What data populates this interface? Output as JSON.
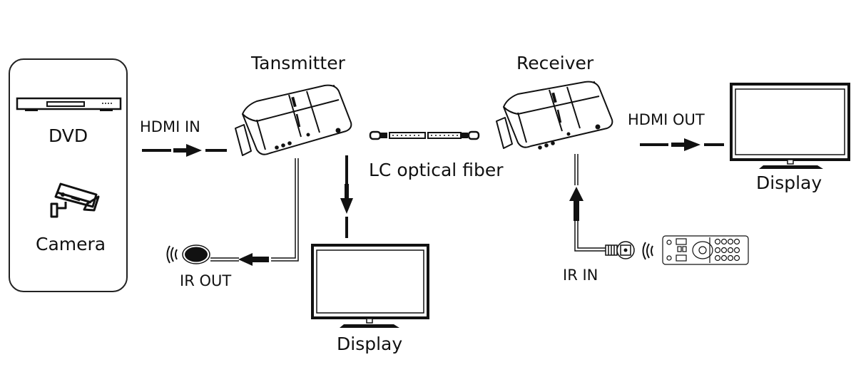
{
  "sources": {
    "dvd_label": "DVD",
    "camera_label": "Camera"
  },
  "transmitter": {
    "title": "Tansmitter",
    "hdmi_in_label": "HDMI IN",
    "ir_out_label": "IR OUT",
    "local_display_label": "Display"
  },
  "link": {
    "fiber_label": "LC optical fiber"
  },
  "receiver": {
    "title": "Receiver",
    "hdmi_out_label": "HDMI OUT",
    "ir_in_label": "IR IN",
    "remote_display_label": "Display"
  },
  "icons": {
    "dvd": "dvd-player-icon",
    "camera": "security-camera-icon",
    "transmitter": "extender-device-icon",
    "receiver": "extender-device-icon",
    "fiber": "optical-fiber-cable-icon",
    "display": "monitor-icon",
    "ir_emitter": "ir-emitter-icon",
    "ir_receiver": "ir-receiver-icon",
    "remote": "remote-control-icon",
    "signal": "wireless-signal-icon",
    "arrow": "arrow-icon"
  }
}
